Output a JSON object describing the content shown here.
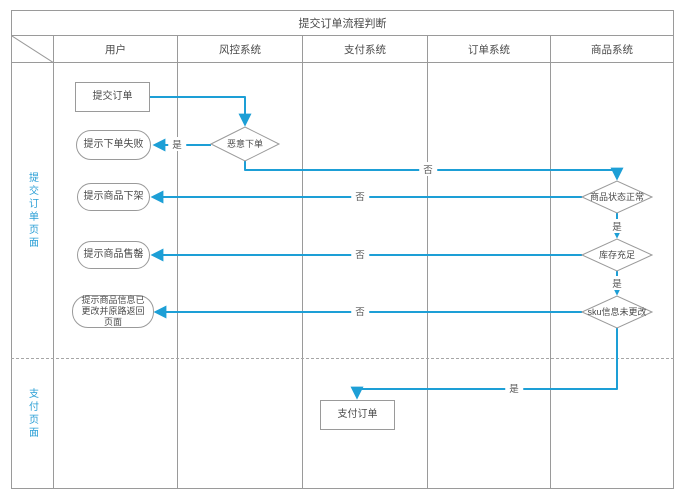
{
  "title": "提交订单流程判断",
  "lanes": [
    {
      "label": "用户"
    },
    {
      "label": "风控系统"
    },
    {
      "label": "支付系统"
    },
    {
      "label": "订单系统"
    },
    {
      "label": "商品系统"
    }
  ],
  "phases": [
    {
      "label": "提交订单页面"
    },
    {
      "label": "支付页面"
    }
  ],
  "nodes": {
    "submit_order": {
      "label": "提交订单",
      "type": "process"
    },
    "notify_order_failed": {
      "label": "提示下单失败",
      "type": "terminator"
    },
    "malicious_order": {
      "label": "恶意下单",
      "type": "decision"
    },
    "notify_product_offline": {
      "label": "提示商品下架",
      "type": "terminator"
    },
    "notify_product_soldout": {
      "label": "提示商品售罄",
      "type": "terminator"
    },
    "notify_product_changed": {
      "label": "提示商品信息已更改并原路返回页面",
      "type": "terminator"
    },
    "product_status_normal": {
      "label": "商品状态正常",
      "type": "decision"
    },
    "stock_sufficient": {
      "label": "库存充足",
      "type": "decision"
    },
    "sku_unchanged": {
      "label": "sku信息未更改",
      "type": "decision"
    },
    "pay_order": {
      "label": "支付订单",
      "type": "process"
    }
  },
  "edge_labels": {
    "yes": "是",
    "no": "否"
  },
  "colors": {
    "connector": "#1d9fd6",
    "shape_border": "#9a9a9a",
    "phase_text": "#2b9fd6",
    "text": "#4a4a4a"
  }
}
